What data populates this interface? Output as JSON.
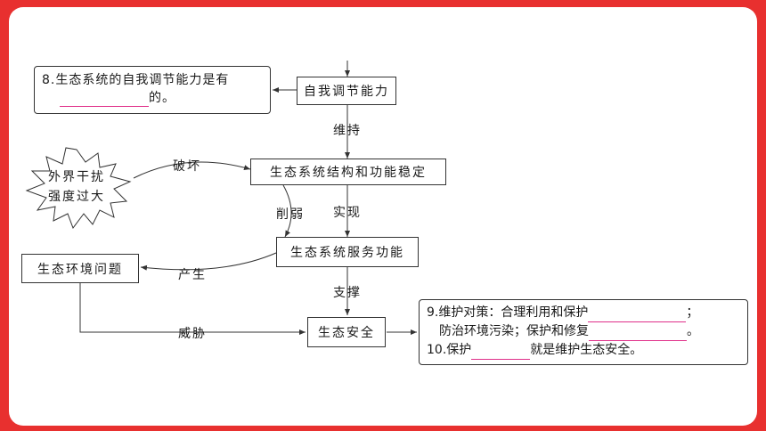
{
  "nodes": {
    "self_regulation": "自我调节能力",
    "structure_function_stable": "生态系统结构和功能稳定",
    "service_function": "生态系统服务功能",
    "ecological_safety": "生态安全",
    "env_problems": "生态环境问题",
    "external_interference_line1": "外界干扰",
    "external_interference_line2": "强度过大"
  },
  "edges": {
    "maintain": "维持",
    "destroy": "破坏",
    "weaken": "削弱",
    "realize": "实现",
    "produce": "产生",
    "support": "支撑",
    "threaten": "威胁"
  },
  "question8": {
    "text_a": "8.生态系统的自我调节能力是有",
    "text_b": "的。"
  },
  "question9": {
    "line1_a": "9.维护对策：合理利用和保护",
    "line1_b": "；",
    "line2_a": "防治环境污染；保护和修复",
    "line2_b": "。",
    "line3_a": "10.保护",
    "line3_b": "就是维护生态安全。"
  },
  "colors": {
    "background": "#e8302f",
    "blank_line": "#e0308a"
  }
}
